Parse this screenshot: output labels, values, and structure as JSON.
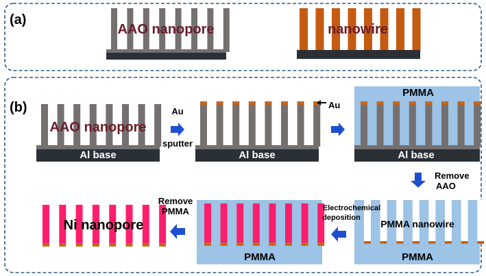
{
  "panel_a": {
    "label": "(a)",
    "left_caption": "AAO nanopore",
    "right_caption": "nanowire"
  },
  "panel_b": {
    "label": "(b)",
    "step1_caption": "AAO nanopore",
    "step1_base": "Al base",
    "arrow1_label_line1": "Au",
    "arrow1_label_line2": "sputter",
    "step2_base": "Al base",
    "step2_au_label": "Au",
    "step3_top": "PMMA",
    "step3_base": "Al base",
    "arrow3_label_line1": "Remove",
    "arrow3_label_line2": "AAO",
    "step4_caption": "PMMA nanowire",
    "step4_base": "PMMA",
    "arrow4_label_line1": "Electrochemical",
    "arrow4_label_line2": "deposition",
    "step5_base": "PMMA",
    "arrow5_label_line1": "Remove",
    "arrow5_label_line2": "PMMA",
    "step6_caption": "Ni nanopore"
  },
  "colors": {
    "frame": "#2e5a86",
    "aao_gray": "#757070",
    "base_dark": "#2b2f36",
    "nanowire_orange": "#c55a11",
    "gold": "#c8661a",
    "pmma_blue": "#9dc3e6",
    "nickel_pink": "#ff1e6e",
    "arrow_blue": "#1f4fd1",
    "caption_maroon": "#6b1c2a"
  }
}
